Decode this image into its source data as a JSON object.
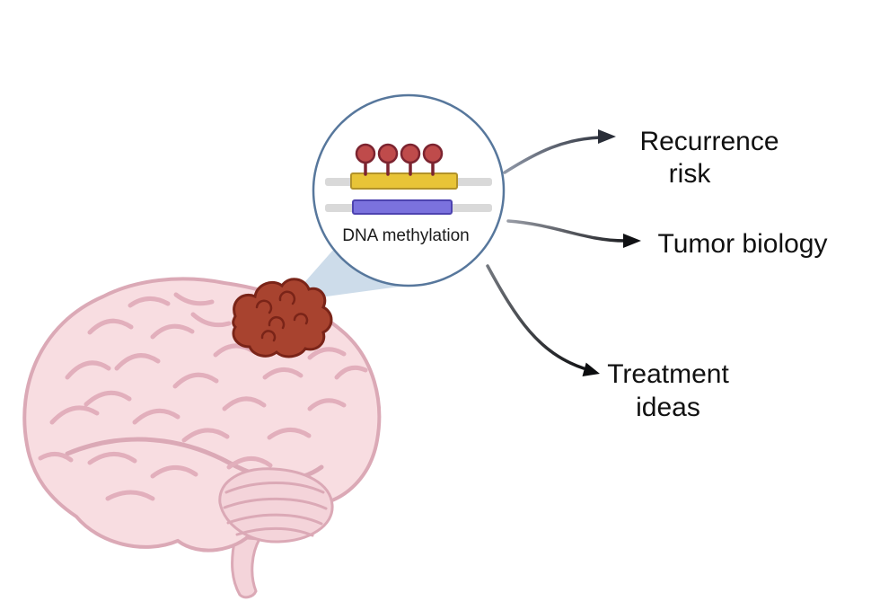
{
  "figure": {
    "callout": {
      "label": "DNA methylation"
    },
    "outcomes": {
      "recurrence": {
        "line1": "Recurrence",
        "line2": "risk"
      },
      "tumor_biology": {
        "label": "Tumor biology"
      },
      "treatment": {
        "line1": "Treatment",
        "line2": "ideas"
      }
    }
  },
  "colors": {
    "brain_fill": "#f8dde1",
    "brain_outline": "#dba9b6",
    "gyri_line": "#e2afbc",
    "tumor_fill": "#a8432f",
    "tumor_outline": "#7a2418",
    "wedge_fill": "#cddcea",
    "circle_stroke": "#57779c",
    "strand_gray": "#d9d9d9",
    "methyl_yellow": "#e8c437",
    "methyl_yellow_stroke": "#b2922a",
    "lollipop_fill": "#bf4b4b",
    "lollipop_stroke": "#7c2430",
    "unmethyl_purple": "#7b72de",
    "unmethyl_purple_stroke": "#4d43b0",
    "arrow_dark": "#1a1c20",
    "text_color": "#111111"
  }
}
